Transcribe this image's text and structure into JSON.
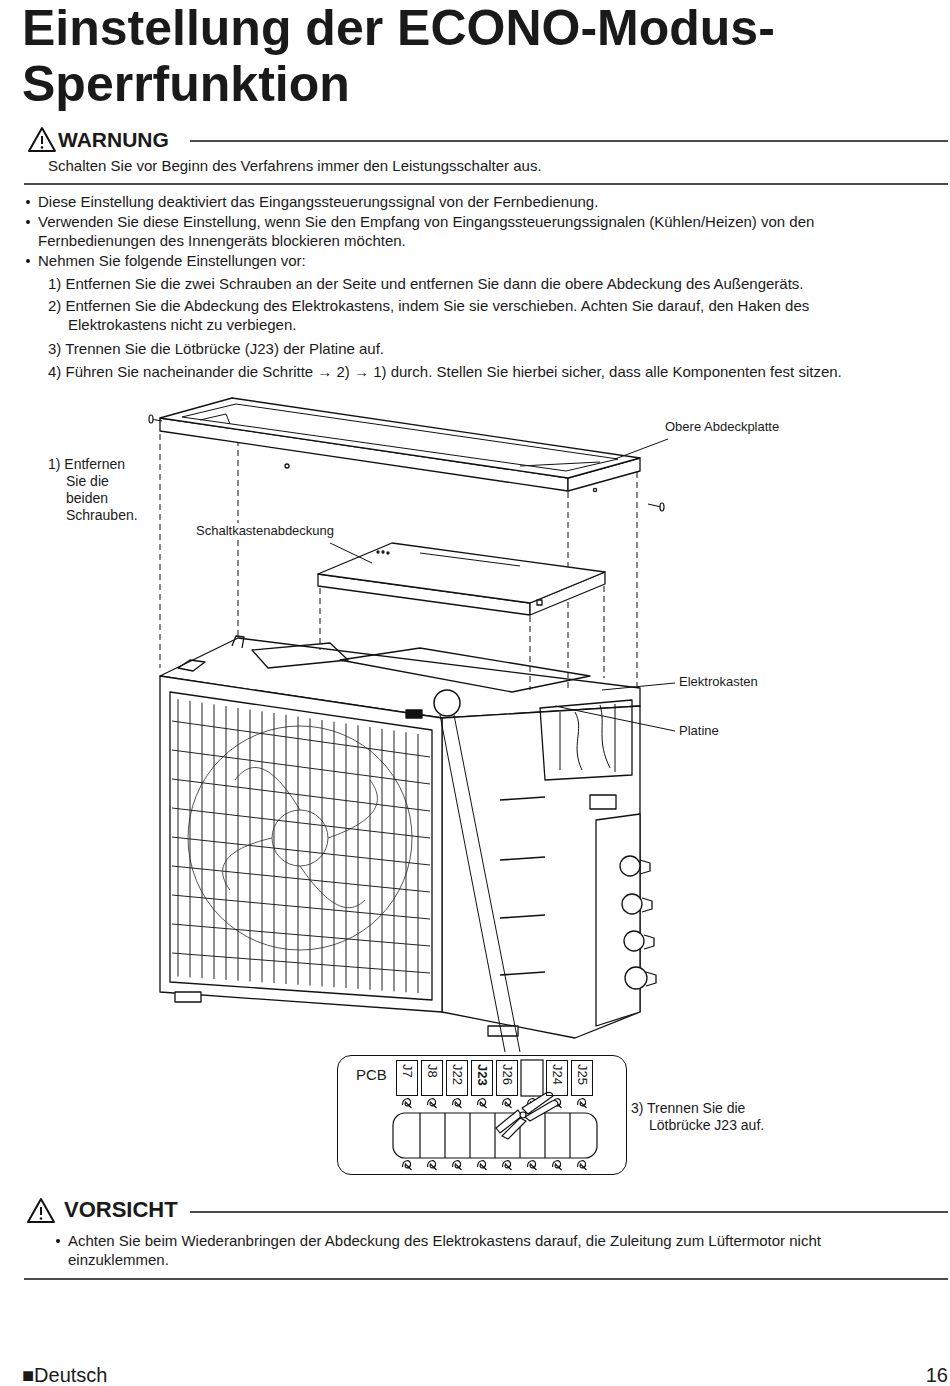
{
  "diagram": {
    "title": "Einstellung der ECONO-Modus-Sperrfunktion",
    "nodes": [
      {
        "text": [
          "PCB"
        ]
      },
      {
        "text": [
          "J7"
        ],
        "in": 0
      },
      {
        "text": [
          "J8"
        ],
        "in": 0
      },
      {
        "text": [
          "J22"
        ],
        "in": 0
      },
      {
        "text": [
          "J23"
        ],
        "in": 0
      },
      {
        "text": [
          "J26"
        ],
        "in": 0
      },
      {
        "text": [
          "J24"
        ],
        "in": 0
      },
      {
        "text": [
          "J25"
        ],
        "in": 0
      }
    ],
    "labels": [
      "WARNUNG",
      "Schalten Sie vor Beginn des Verfahrens immer den Leistungsschalter aus.",
      "Diese Einstellung deaktiviert das Eingangssteuerungssignal von der Fernbedienung.",
      "Verwenden Sie diese Einstellung, wenn Sie den Empfang von Eingangssteuerungssignalen (Kühlen/Heizen) von den Fernbedienungen des Innengeräts blockieren möchten.",
      "Nehmen Sie folgende Einstellungen vor:",
      "1) Entfernen Sie die zwei Schrauben an der Seite und entfernen Sie dann die obere Abdeckung des Außengeräts.",
      "2) Entfernen Sie die Abdeckung des Elektrokastens, indem Sie sie verschieben. Achten Sie darauf, den Haken des Elektrokastens nicht zu verbiegen.",
      "3) Trennen Sie die Lötbrücke (J23) der Platine auf.",
      "4) Führen Sie nacheinander die Schritte → 2) → 1) durch. Stellen Sie hierbei sicher, dass alle Komponenten fest sitzen.",
      "Obere Abdeckplatte",
      "1) Entfernen Sie die beiden Schrauben.",
      "Schaltkastenabdeckung",
      "Elektrokasten",
      "Platine",
      "3) Trennen Sie die Lötbrücke J23 auf.",
      "VORSICHT",
      "Achten Sie beim Wiederanbringen der Abdeckung des Elektrokastens darauf, die Zuleitung zum Lüftermotor nicht einzuklemmen.",
      "■Deutsch",
      "16"
    ]
  }
}
